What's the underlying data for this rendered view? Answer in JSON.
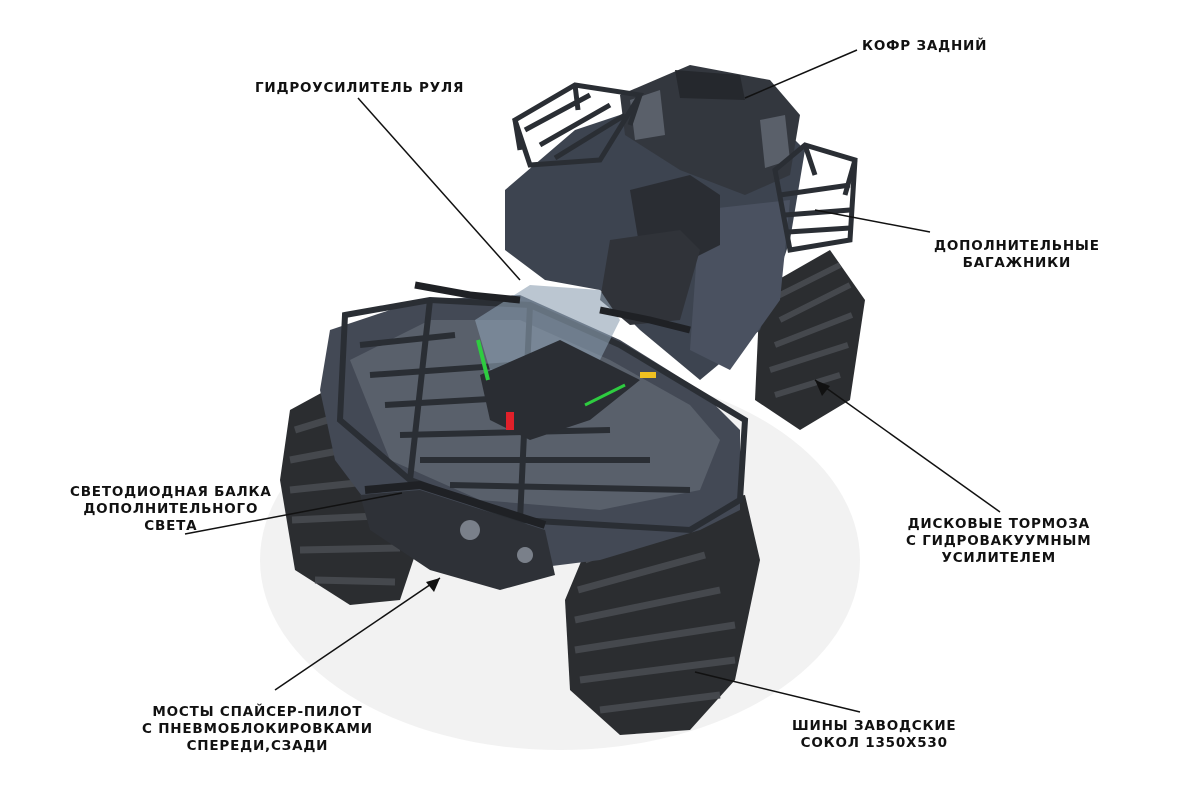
{
  "labels": {
    "rear_box": [
      "КОФР ЗАДНИЙ"
    ],
    "power_steering": [
      "ГИДРОУСИЛИТЕЛЬ РУЛЯ"
    ],
    "extra_racks": [
      "ДОПОЛНИТЕЛЬНЫЕ",
      "БАГАЖНИКИ"
    ],
    "led_bar": [
      "СВЕТОДИОДНАЯ БАЛКА",
      "ДОПОЛНИТЕЛЬНОГО",
      "СВЕТА"
    ],
    "disc_brakes": [
      "ДИСКОВЫЕ ТОРМОЗА",
      "С ГИДРОВАКУУМНЫМ",
      "УСИЛИТЕЛЕМ"
    ],
    "axles": [
      "МОСТЫ СПАЙСЕР-ПИЛОТ",
      "С ПНЕВМОБЛОКИРОВКАМИ",
      "СПЕРЕДИ,СЗАДИ"
    ],
    "tires": [
      "ШИНЫ ЗАВОДСКИЕ",
      "СОКОЛ 1350Х530"
    ]
  },
  "colors": {
    "body": "#3d4450",
    "body_light": "#59606b",
    "rack": "#2a2e34",
    "tire": "#2b2d30",
    "accent_green": "#2ecc40",
    "accent_red": "#e0202a",
    "accent_yellow": "#f0c020",
    "leader": "#111111"
  }
}
